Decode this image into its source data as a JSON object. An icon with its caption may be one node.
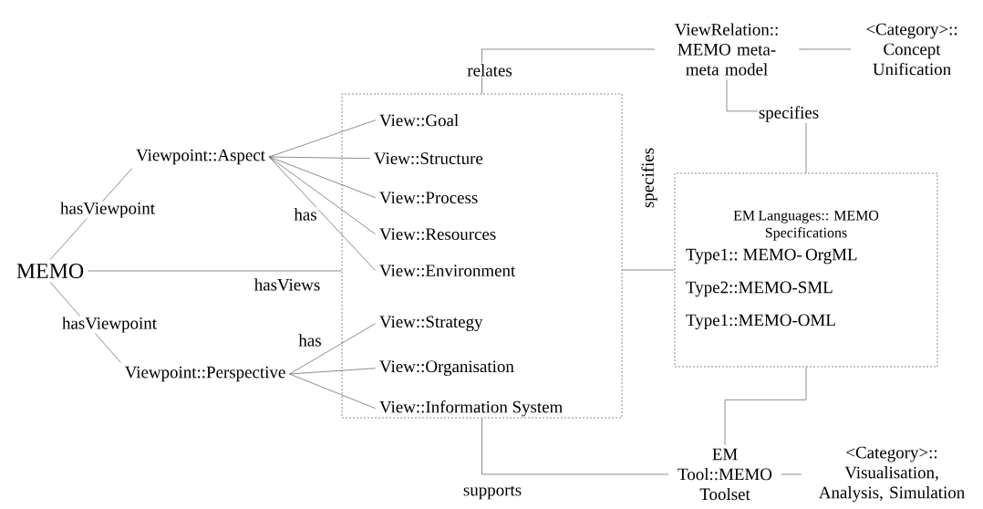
{
  "diagram": {
    "nodes": [
      {
        "text": [
          "MEMO"
        ]
      },
      {
        "text": [
          "Viewpoint::Aspect"
        ]
      },
      {
        "text": [
          "Viewpoint::Perspective"
        ]
      },
      {
        "text": [],
        "shape": "box"
      },
      {
        "text": [
          "View::Goal"
        ],
        "in": 3
      },
      {
        "text": [
          "View::Structure"
        ],
        "in": 3
      },
      {
        "text": [
          "View::Process"
        ],
        "in": 3
      },
      {
        "text": [
          "View::Resources"
        ],
        "in": 3
      },
      {
        "text": [
          "View::Environment"
        ],
        "in": 3
      },
      {
        "text": [
          "View::Strategy"
        ],
        "in": 3
      },
      {
        "text": [
          "View::Organisation"
        ],
        "in": 3
      },
      {
        "text": [
          "View::Information System"
        ],
        "in": 3
      },
      {
        "text": [
          "ViewRelation:: MEMO meta-meta model"
        ]
      },
      {
        "text": [
          "<Category>:: Concept Unification"
        ]
      },
      {
        "text": [
          "EM Languages:: MEMO Specifications",
          "Type1:: MEMO- OrgML",
          "Type2::MEMO-SML",
          "Type1::MEMO-OML"
        ]
      },
      {
        "text": [
          "EM Tool::MEMO Toolset"
        ]
      },
      {
        "text": [
          "<Category>:: Visualisation, Analysis, Simulation"
        ]
      }
    ],
    "edges": [
      {
        "from": 0,
        "to": 1,
        "arrow": "none",
        "label": "hasViewpoint"
      },
      {
        "from": 0,
        "to": 2,
        "arrow": "none",
        "label": "hasViewpoint"
      },
      {
        "from": 0,
        "to": 3,
        "arrow": "none",
        "label": "hasViews"
      },
      {
        "from": 1,
        "to": 4,
        "arrow": "none"
      },
      {
        "from": 1,
        "to": 5,
        "arrow": "none"
      },
      {
        "from": 1,
        "to": 6,
        "arrow": "none"
      },
      {
        "from": 1,
        "to": 7,
        "arrow": "none",
        "label": "has"
      },
      {
        "from": 1,
        "to": 8,
        "arrow": "none"
      },
      {
        "from": 2,
        "to": 9,
        "arrow": "none",
        "label": "has"
      },
      {
        "from": 2,
        "to": 10,
        "arrow": "none"
      },
      {
        "from": 2,
        "to": 11,
        "arrow": "none"
      },
      {
        "from": 3,
        "to": 12,
        "arrow": "none",
        "label": "relates"
      },
      {
        "from": 12,
        "to": 13,
        "arrow": "none"
      },
      {
        "from": 12,
        "to": 14,
        "arrow": "none",
        "label": "specifies"
      },
      {
        "from": 3,
        "to": 14,
        "arrow": "none",
        "label": "specifies"
      },
      {
        "from": 14,
        "to": 15,
        "arrow": "none"
      },
      {
        "from": 3,
        "to": 15,
        "arrow": "none",
        "label": "supports"
      },
      {
        "from": 15,
        "to": 16,
        "arrow": "none"
      }
    ]
  }
}
